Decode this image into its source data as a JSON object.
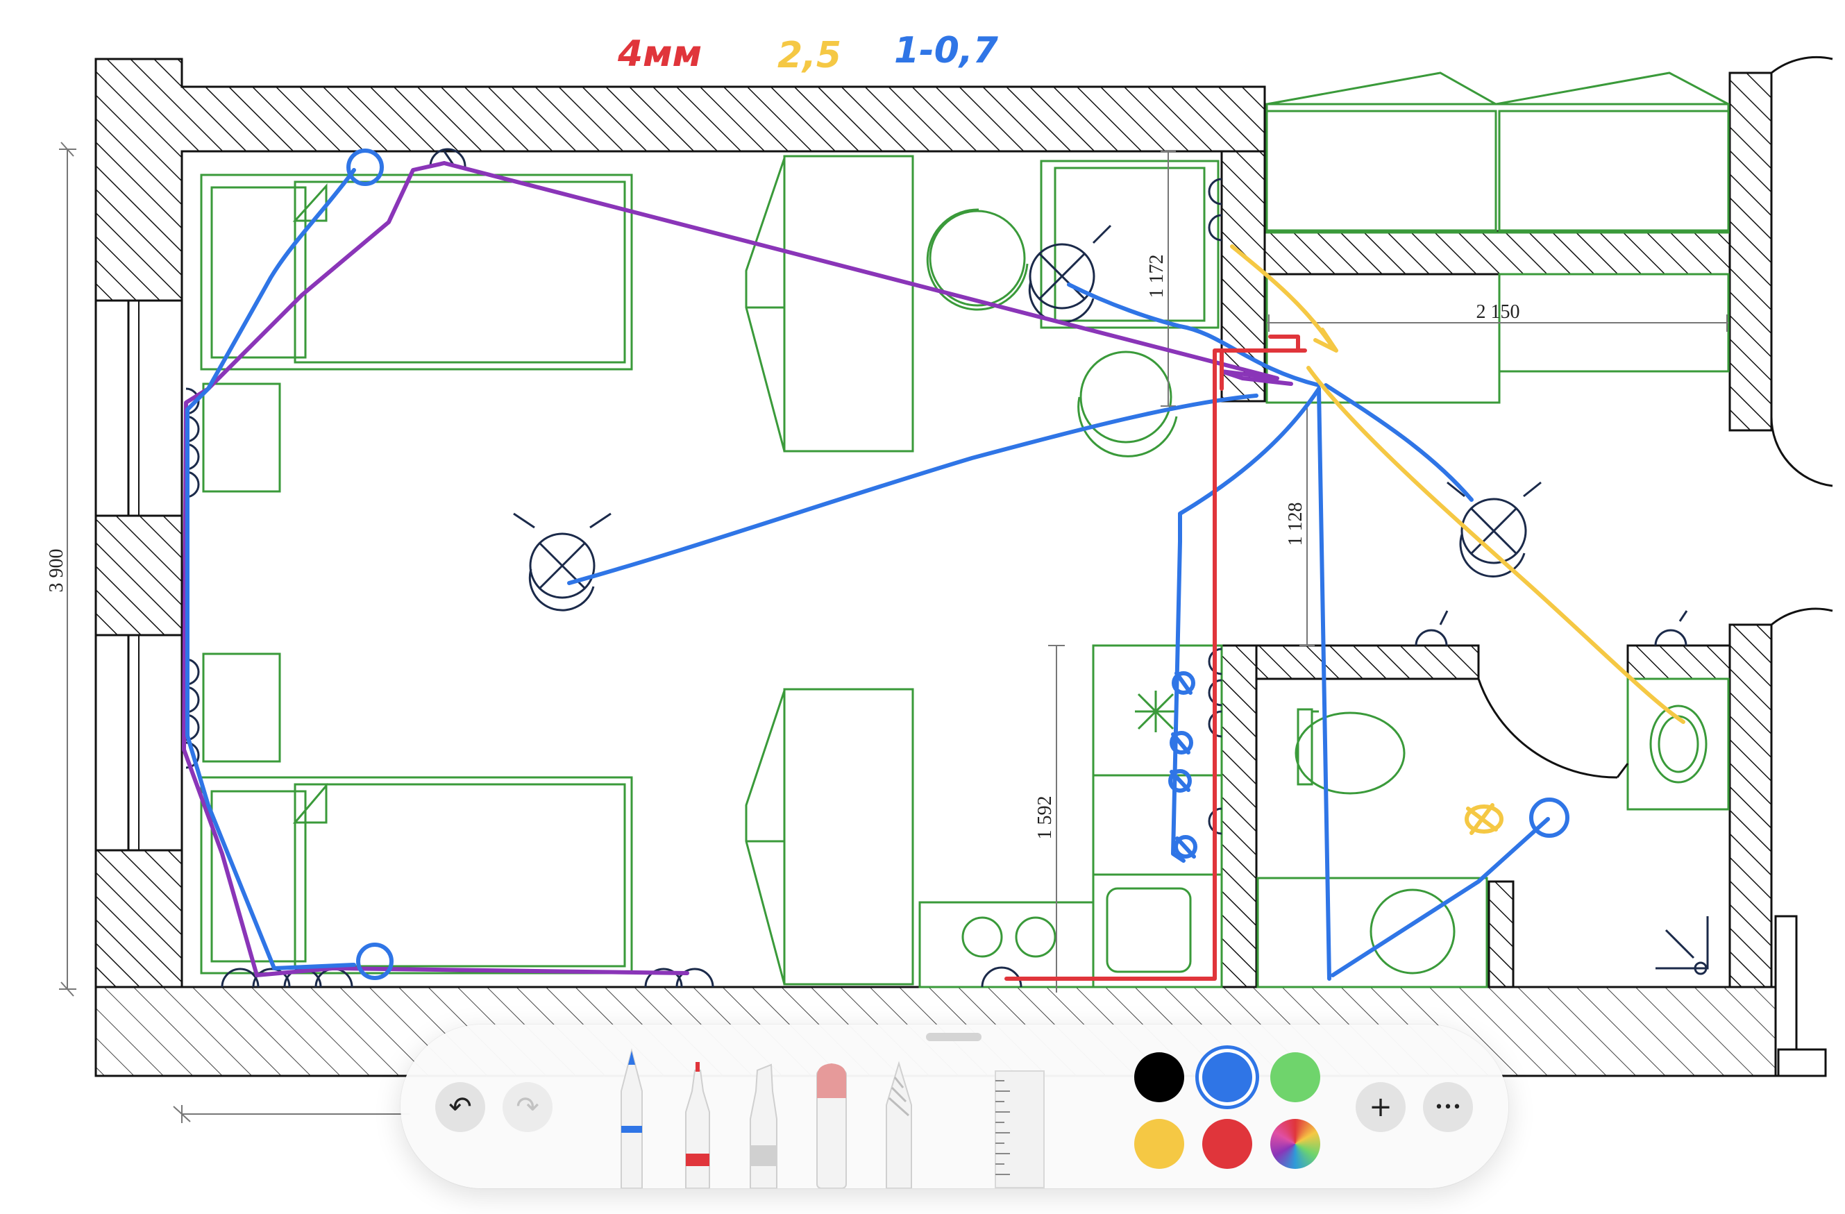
{
  "annotations": {
    "legend": [
      {
        "text": "4мм",
        "color": "#e0353b"
      },
      {
        "text": "2,5",
        "color": "#f5c844"
      },
      {
        "text": "1-0,7",
        "color": "#2f75e6"
      }
    ]
  },
  "plan": {
    "dimensions": {
      "overall_height": "3 900",
      "corridor_width": "2 150",
      "vertical_1": "1 172",
      "vertical_2": "1 128",
      "vertical_3": "1 592"
    },
    "wire_colors": {
      "purple": "#8a35b8",
      "blue": "#2f75e6",
      "red": "#e0353b",
      "yellow": "#f5c844",
      "furniture": "#3a9a3a"
    }
  },
  "toolbar": {
    "undo_icon": "undo-icon",
    "redo_icon": "redo-icon",
    "undo_glyph": "↶",
    "redo_glyph": "↷",
    "tools": [
      "pen",
      "fineliner",
      "marker",
      "eraser",
      "pencil",
      "ruler"
    ],
    "colors": [
      "#000000",
      "#2f75e6",
      "#6fd46c",
      "#f5c844",
      "#e0353b",
      "multicolor"
    ],
    "selected_color": "#2f75e6",
    "add_glyph": "+",
    "more_glyph": "•••"
  }
}
